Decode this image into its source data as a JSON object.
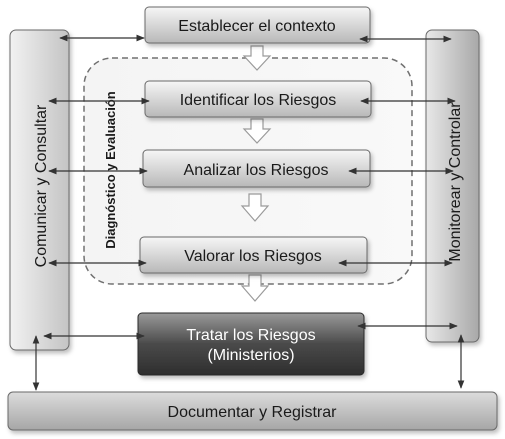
{
  "boxes": {
    "establish": "Establecer el contexto",
    "identify": "Identificar los Riesgos",
    "analyze": "Analizar los Riesgos",
    "evaluate": "Valorar los Riesgos",
    "treat_line1": "Tratar los Riesgos",
    "treat_line2": "(Ministerios)",
    "document": "Documentar y Registrar"
  },
  "side_panels": {
    "left": "Comunicar y Consultar",
    "right": "Monitorear y Controlar"
  },
  "group_label": "Diagnóstico y Evaluación",
  "colors": {
    "box_light": "#e4e4e4",
    "box_mid": "#bcbcbc",
    "box_dark": "#3a3a3a",
    "border": "#5a5a5a",
    "arrow": "#333333",
    "flow_arrow": "#ffffff"
  }
}
